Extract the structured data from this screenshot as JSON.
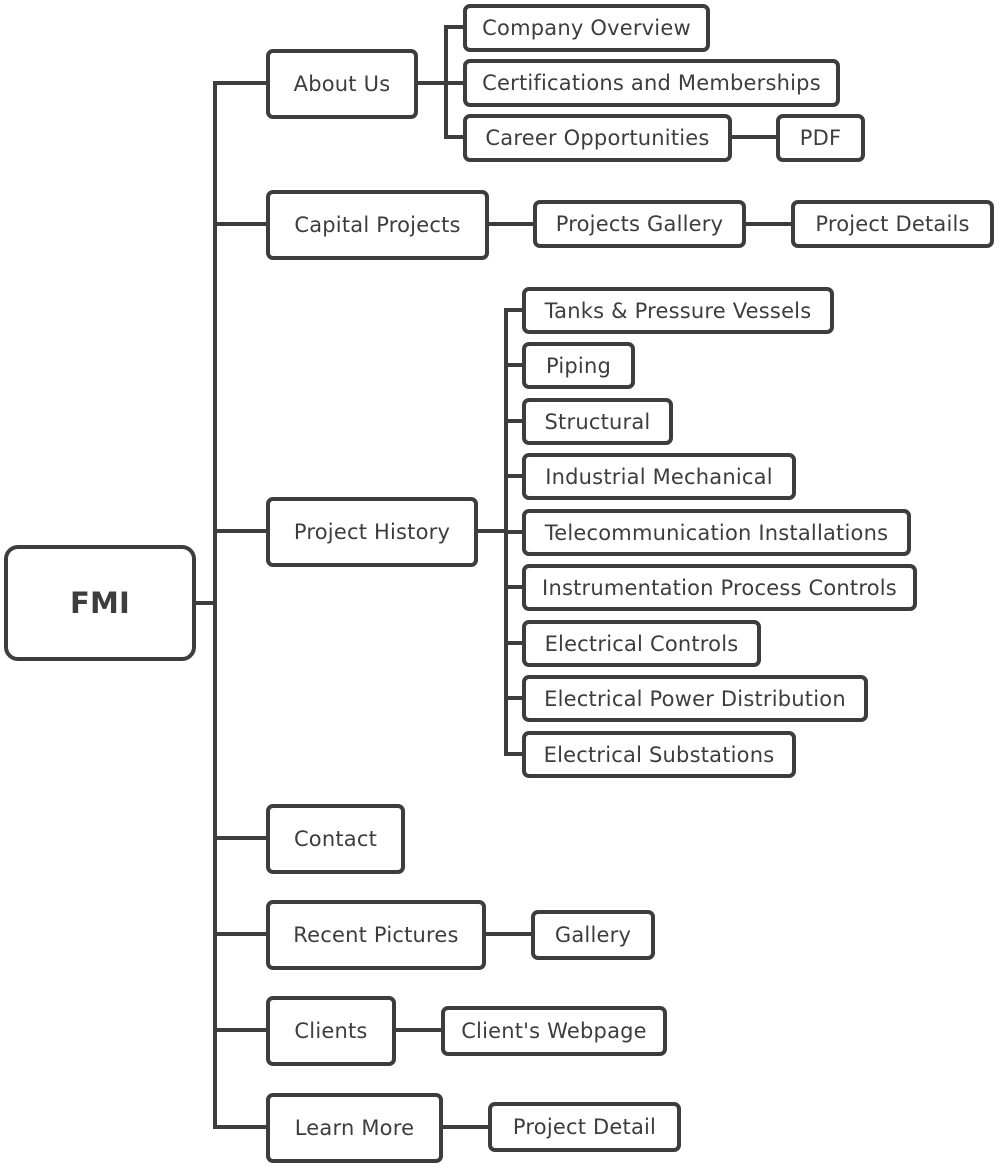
{
  "root": "FMI",
  "main": [
    {
      "label": "About Us",
      "children": [
        {
          "label": "Company Overview"
        },
        {
          "label": "Certifications and Memberships"
        },
        {
          "label": "Career Opportunities",
          "child": "PDF"
        }
      ]
    },
    {
      "label": "Capital Projects",
      "chain": [
        "Projects Gallery",
        "Project Details"
      ]
    },
    {
      "label": "Project History",
      "children": [
        {
          "label": "Tanks & Pressure Vessels"
        },
        {
          "label": "Piping"
        },
        {
          "label": "Structural"
        },
        {
          "label": "Industrial Mechanical"
        },
        {
          "label": "Telecommunication Installations"
        },
        {
          "label": "Instrumentation Process Controls"
        },
        {
          "label": "Electrical Controls"
        },
        {
          "label": "Electrical Power Distribution"
        },
        {
          "label": "Electrical Substations"
        }
      ]
    },
    {
      "label": "Contact"
    },
    {
      "label": "Recent Pictures",
      "chain": [
        "Gallery"
      ]
    },
    {
      "label": "Clients",
      "chain": [
        "Client's Webpage"
      ]
    },
    {
      "label": "Learn More",
      "chain": [
        "Project Detail"
      ]
    }
  ]
}
